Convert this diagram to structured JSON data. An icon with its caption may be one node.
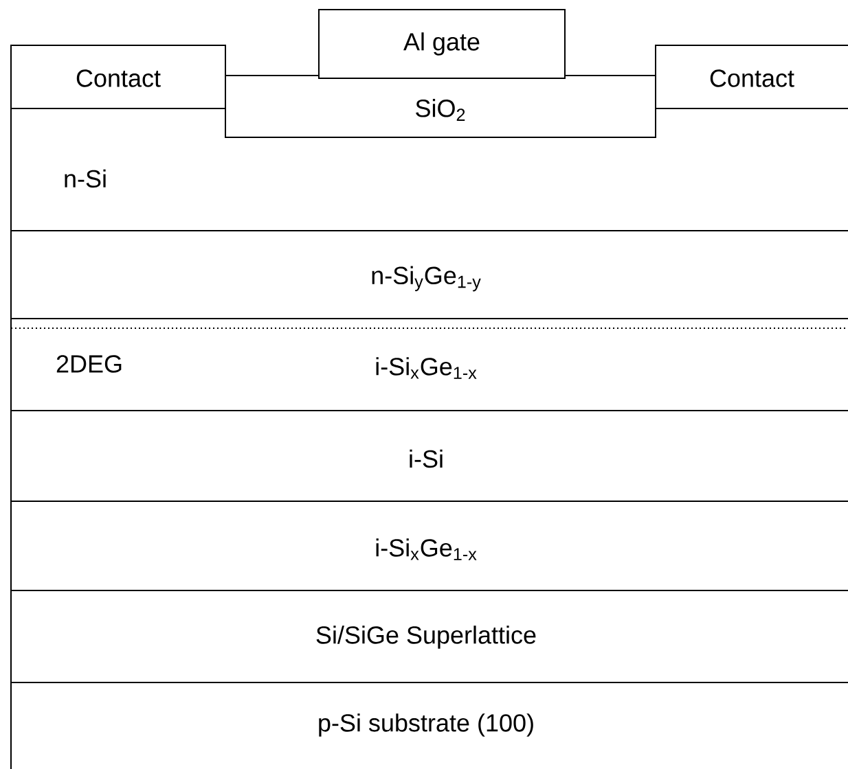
{
  "diagram": {
    "nodes": [
      {
        "text": [
          "Al gate"
        ]
      },
      {
        "text": [
          "Contact"
        ]
      },
      {
        "text": [
          "SiO$_{2}$"
        ]
      },
      {
        "text": [
          "Contact"
        ]
      },
      {
        "text": [
          "n-Si"
        ]
      },
      {
        "text": [
          "n-Si$_{y}$Ge$_{1-y}$"
        ]
      },
      {
        "text": [
          "2DEG",
          "i-Si$_{x}$Ge$_{1-x}$"
        ]
      },
      {
        "text": [
          "i-Si"
        ]
      },
      {
        "text": [
          "i-Si$_{x}$Ge$_{1-x}$"
        ]
      },
      {
        "text": [
          "Si/SiGe Superlattice"
        ]
      },
      {
        "text": [
          "p-Si substrate (100)"
        ]
      }
    ]
  }
}
